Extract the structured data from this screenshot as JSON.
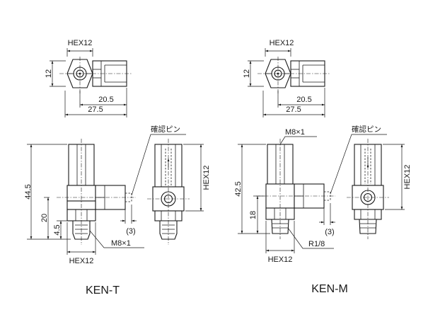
{
  "labels": {
    "t_top_hex": "HEX12",
    "t_top_height": "12",
    "t_top_len1": "20.5",
    "t_top_len2": "27.5",
    "m_top_hex": "HEX12",
    "m_top_height": "12",
    "m_top_len1": "20.5",
    "m_top_len2": "27.5",
    "t_confirm_pin": "確認ピン",
    "m_confirm_pin": "確認ピン",
    "t_height_total": "44.5",
    "t_height_center": "20",
    "t_height_thread": "4.5",
    "t_pin_protrusion": "(3)",
    "t_thread": "M8×1",
    "t_bottom_hex": "HEX12",
    "t_side_hex": "HEX12",
    "m_thread_top": "M8×1",
    "m_height_total": "42.5",
    "m_height_center": "18",
    "m_pin_protrusion": "(3)",
    "m_thread": "R1/8",
    "m_bottom_hex": "HEX12",
    "m_side_hex": "HEX12",
    "t_model": "KEN-T",
    "m_model": "KEN-M"
  }
}
